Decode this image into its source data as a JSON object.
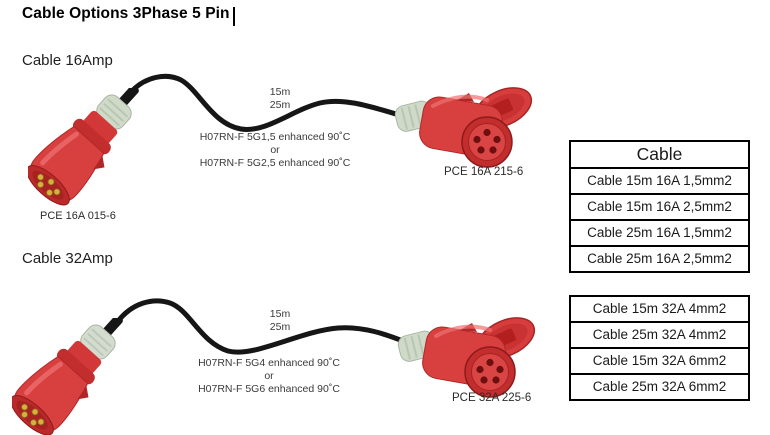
{
  "title": "Cable Options 3Phase 5 Pin",
  "sections": [
    {
      "heading": "Cable 16Amp",
      "length_top": "15m",
      "length_bottom": "25m",
      "spec_line1": "H07RN-F 5G1,5 enhanced 90˚C",
      "spec_or": "or",
      "spec_line2": "H07RN-F 5G2,5 enhanced 90˚C",
      "plug_label": "PCE 16A 015-6",
      "socket_label": "PCE 16A 215-6"
    },
    {
      "heading": "Cable 32Amp",
      "length_top": "15m",
      "length_bottom": "25m",
      "spec_line1": "H07RN-F 5G4 enhanced 90˚C",
      "spec_or": "or",
      "spec_line2": "H07RN-F 5G6 enhanced 90˚C",
      "socket_label": "PCE 32A 225-6"
    }
  ],
  "tables": [
    {
      "header": "Cable",
      "rows": [
        "Cable 15m 16A 1,5mm2",
        "Cable 15m 16A 2,5mm2",
        "Cable 25m 16A 1,5mm2",
        "Cable 25m 16A 2,5mm2"
      ]
    },
    {
      "rows": [
        "Cable 15m 32A 4mm2",
        "Cable 25m 32A 4mm2",
        "Cable 15m 32A 6mm2",
        "Cable 25m 32A 6mm2"
      ]
    }
  ],
  "colors": {
    "plug_red": "#d84040",
    "gland_green": "#cfdac9",
    "cable_black": "#161616"
  }
}
